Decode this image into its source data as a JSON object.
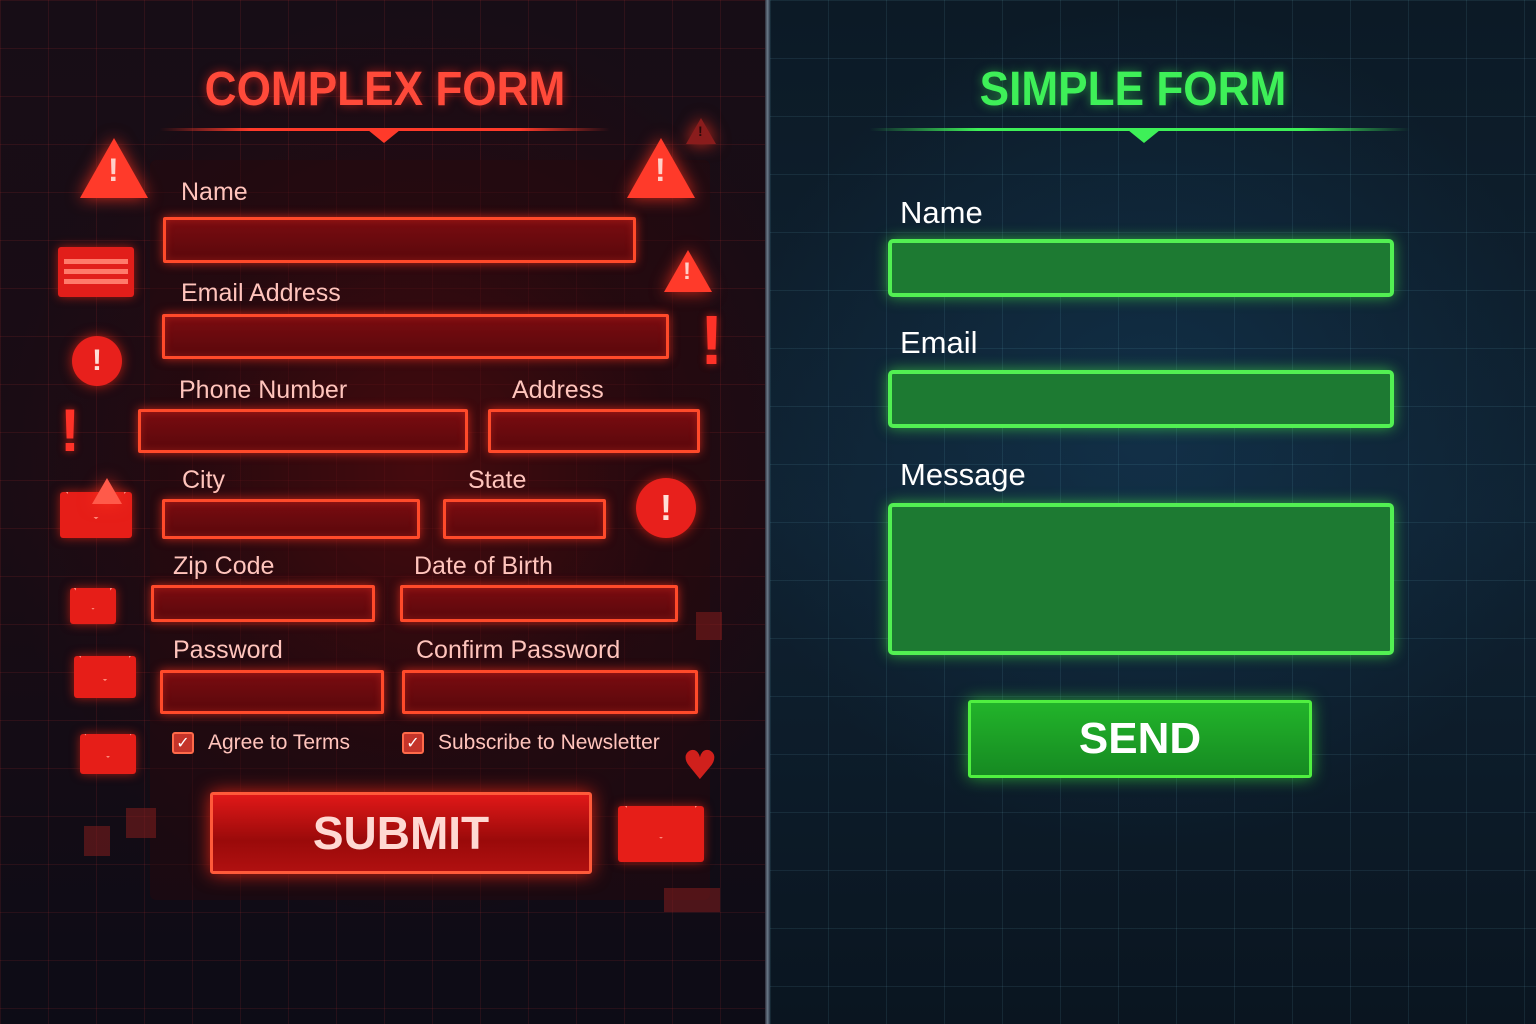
{
  "complex_form": {
    "title": "COMPLEX FORM",
    "accent_color": "#ff3a2a",
    "fields": {
      "name": {
        "label": "Name",
        "value": ""
      },
      "email": {
        "label": "Email Address",
        "value": ""
      },
      "phone": {
        "label": "Phone Number",
        "value": ""
      },
      "address": {
        "label": "Address",
        "value": ""
      },
      "city": {
        "label": "City",
        "value": ""
      },
      "state": {
        "label": "State",
        "value": ""
      },
      "zip": {
        "label": "Zip Code",
        "value": ""
      },
      "dob": {
        "label": "Date of Birth",
        "value": ""
      },
      "password": {
        "label": "Password",
        "value": ""
      },
      "confirm_password": {
        "label": "Confirm Password",
        "value": ""
      }
    },
    "checkboxes": [
      {
        "label": "Agree to Terms",
        "checked": true
      },
      {
        "label": "Subscribe to Newsletter",
        "checked": true
      }
    ],
    "checkmark": "✓",
    "submit_label": "SUBMIT",
    "decorations": {
      "warning_glyph": "!",
      "heart_glyph": "♥"
    }
  },
  "simple_form": {
    "title": "SIMPLE FORM",
    "accent_color": "#3ef058",
    "fields": {
      "name": {
        "label": "Name",
        "value": ""
      },
      "email": {
        "label": "Email",
        "value": ""
      },
      "message": {
        "label": "Message",
        "value": ""
      }
    },
    "send_label": "SEND"
  }
}
